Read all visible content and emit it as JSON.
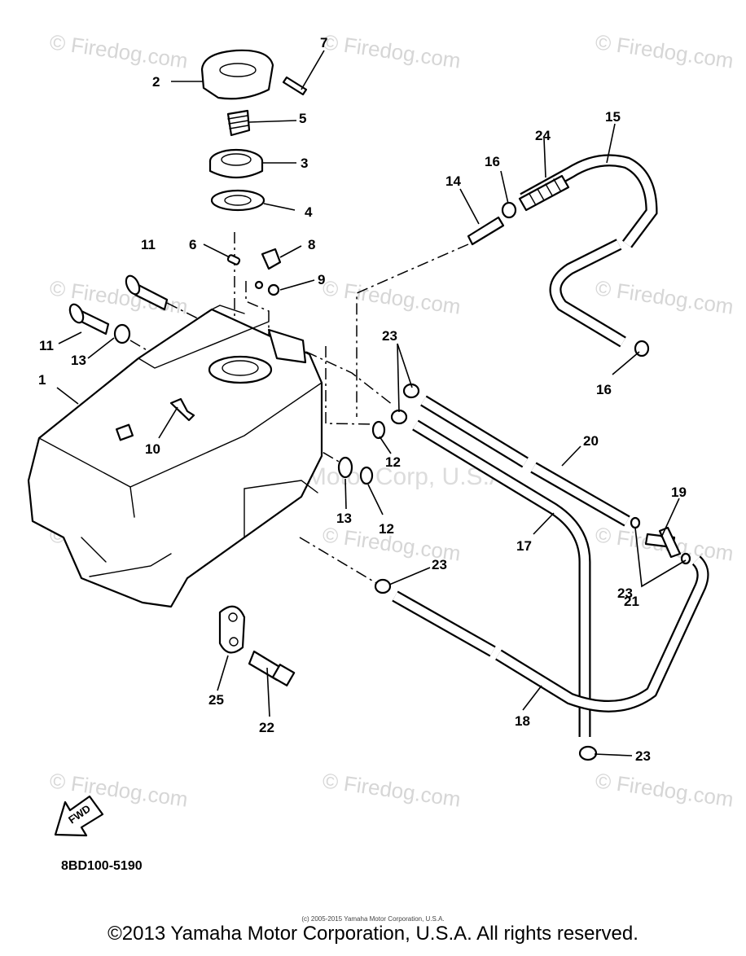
{
  "watermark": "© Firedog.com",
  "watermark_center": "Yamaha Motor Corp, U.S.A.",
  "callouts": [
    "1",
    "2",
    "3",
    "4",
    "5",
    "6",
    "7",
    "8",
    "9",
    "10",
    "11",
    "11",
    "12",
    "12",
    "13",
    "13",
    "14",
    "15",
    "16",
    "16",
    "17",
    "18",
    "19",
    "20",
    "21",
    "22",
    "23",
    "23",
    "23",
    "23",
    "24",
    "25"
  ],
  "fwd_label": "FWD",
  "diagram_code": "8BD100-5190",
  "small_copyright": "(c) 2005-2015 Yamaha Motor Corporation, U.S.A.",
  "footer_copyright": "©2013 Yamaha Motor Corporation, U.S.A. All rights reserved."
}
